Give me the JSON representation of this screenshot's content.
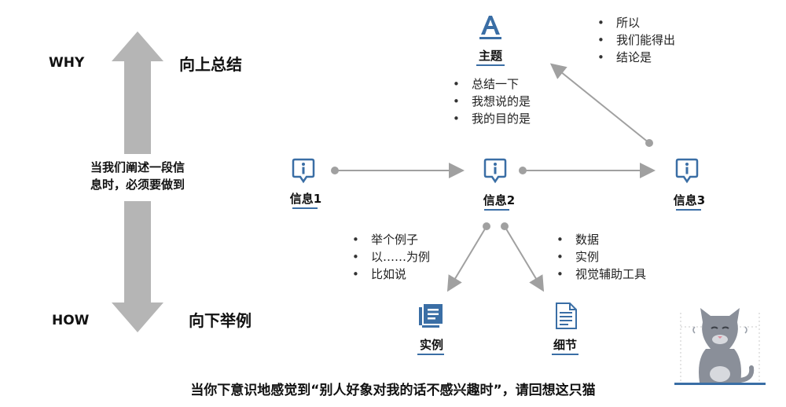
{
  "left": {
    "why": "WHY",
    "how": "HOW",
    "up_label": "向上总结",
    "down_label": "向下举例",
    "middle_text_1": "当我们阐述一段信",
    "middle_text_2": "息时，必须要做到"
  },
  "nodes": {
    "theme": "主题",
    "info1": "信息1",
    "info2": "信息2",
    "info3": "信息3",
    "example": "实例",
    "detail": "细节"
  },
  "bullets": {
    "theme": [
      "总结一下",
      "我想说的是",
      "我的目的是"
    ],
    "conclusion": [
      "所以",
      "我们能得出",
      "结论是"
    ],
    "examples": [
      "举个例子",
      "以……为例",
      "比如说"
    ],
    "details": [
      "数据",
      "实例",
      "视觉辅助工具"
    ]
  },
  "footer": "当你下意识地感觉到“别人好象对我的话不感兴趣时”，请回想这只猫",
  "colors": {
    "accent_blue": "#3a6ea5",
    "arrow_gray": "#a6a6a6",
    "line_gray": "#9a9a9a"
  }
}
